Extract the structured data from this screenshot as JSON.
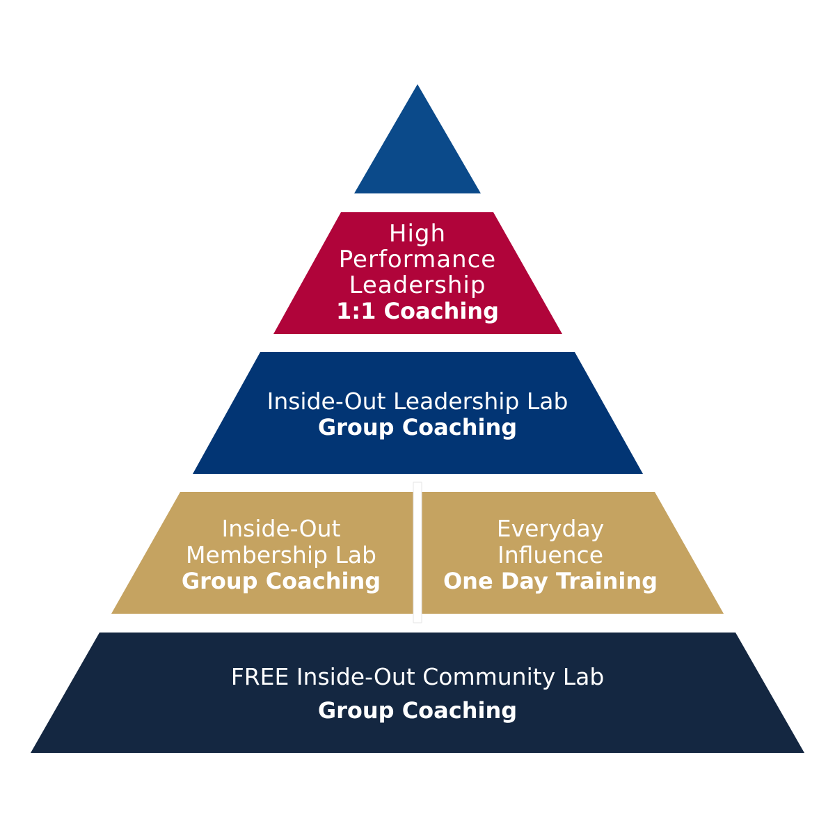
{
  "colors": {
    "apex": "#0b4a8a",
    "executive": "#b0043a",
    "leadership": "#023574",
    "membership": "#c5a361",
    "community": "#142741",
    "text": "#ffffff"
  },
  "tiers": {
    "executive": {
      "lines": [
        "High",
        "Performance",
        "Leadership"
      ],
      "bold": "1:1 Coaching"
    },
    "leadership": {
      "line": "Inside-Out Leadership Lab",
      "bold": "Group Coaching"
    },
    "membership_lab": {
      "lines": [
        "Inside-Out",
        "Membership Lab"
      ],
      "bold": "Group Coaching"
    },
    "everyday_influence": {
      "lines": [
        "Everyday",
        "Influence"
      ],
      "bold": "One Day Training"
    },
    "community": {
      "line": "FREE Inside-Out Community Lab",
      "bold": "Group Coaching"
    }
  }
}
